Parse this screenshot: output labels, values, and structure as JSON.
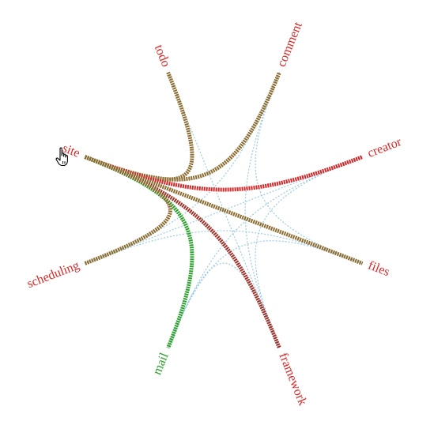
{
  "diagram": {
    "nodes": [
      {
        "id": "todo",
        "label": "todo",
        "color": "#d62728"
      },
      {
        "id": "comment",
        "label": "comment",
        "color": "#d62728"
      },
      {
        "id": "creator",
        "label": "creator",
        "color": "#d62728"
      },
      {
        "id": "files",
        "label": "files",
        "color": "#d62728"
      },
      {
        "id": "framework",
        "label": "framework",
        "color": "#d62728"
      },
      {
        "id": "mail",
        "label": "mail",
        "color": "#2ca02c"
      },
      {
        "id": "scheduling",
        "label": "scheduling",
        "color": "#d62728"
      },
      {
        "id": "site",
        "label": "site",
        "color": "#d62728"
      }
    ],
    "links": [
      {
        "source": "site",
        "target": "todo",
        "style": "highlight",
        "color": "#8c6d31"
      },
      {
        "source": "site",
        "target": "comment",
        "style": "highlight",
        "color": "#8c6d31"
      },
      {
        "source": "site",
        "target": "creator",
        "style": "highlight",
        "color": "#d62728"
      },
      {
        "source": "site",
        "target": "files",
        "style": "highlight",
        "color": "#8c6d31"
      },
      {
        "source": "site",
        "target": "framework",
        "style": "highlight",
        "color": "#a0322a"
      },
      {
        "source": "site",
        "target": "mail",
        "style": "highlight",
        "color": "#2ca02c"
      },
      {
        "source": "site",
        "target": "scheduling",
        "style": "highlight",
        "color": "#8c6d31"
      },
      {
        "source": "todo",
        "target": "framework",
        "style": "faint",
        "color": "#9ecae1"
      },
      {
        "source": "comment",
        "target": "framework",
        "style": "faint",
        "color": "#9ecae1"
      },
      {
        "source": "comment",
        "target": "scheduling",
        "style": "faint",
        "color": "#9ecae1"
      },
      {
        "source": "comment",
        "target": "files",
        "style": "faint",
        "color": "#9ecae1"
      },
      {
        "source": "creator",
        "target": "mail",
        "style": "faint",
        "color": "#9ecae1"
      },
      {
        "source": "creator",
        "target": "framework",
        "style": "faint",
        "color": "#9ecae1"
      },
      {
        "source": "creator",
        "target": "scheduling",
        "style": "faint",
        "color": "#9ecae1"
      },
      {
        "source": "files",
        "target": "mail",
        "style": "faint",
        "color": "#9ecae1"
      },
      {
        "source": "files",
        "target": "scheduling",
        "style": "faint",
        "color": "#9ecae1"
      },
      {
        "source": "framework",
        "target": "mail",
        "style": "faint",
        "color": "#9ecae1"
      }
    ],
    "hovered_node": "site"
  },
  "cursor": {
    "type": "hand-pointer"
  }
}
